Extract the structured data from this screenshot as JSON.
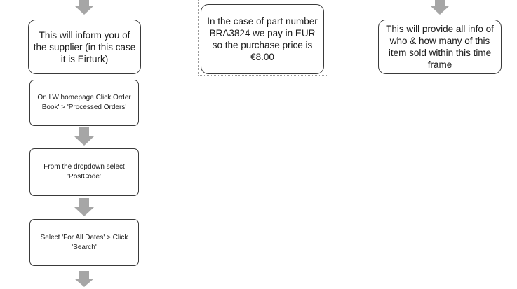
{
  "flowchart": {
    "left_column": [
      {
        "id": "supplier-info",
        "text": "This will inform you of the supplier (in this case it is Eirturk)"
      },
      {
        "id": "order-book",
        "text": "On LW homepage Click Order Book' > 'Processed Orders'"
      },
      {
        "id": "dropdown-postcode",
        "text": "From the dropdown select 'PostCode'"
      },
      {
        "id": "for-all-dates",
        "text": "Select 'For All Dates' > Click 'Search'"
      }
    ],
    "middle_column": [
      {
        "id": "purchase-price",
        "text": "In the case of part number BRA3824 we pay in EUR so the purchase price is €8.00"
      }
    ],
    "right_column": [
      {
        "id": "sales-info",
        "text": "This will provide all info of who & how many of this item sold within this time frame"
      }
    ]
  },
  "colors": {
    "arrow": "#a6a6a6",
    "box_border": "#3a3a3a",
    "frame_dotted": "#9a9a9a"
  }
}
